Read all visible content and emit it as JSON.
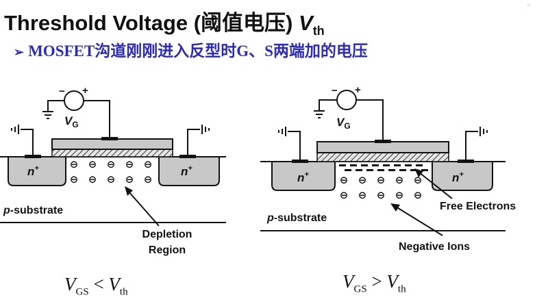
{
  "slide": {
    "title_text": "Threshold Voltage (阈值电压) ",
    "title_symbol": "V",
    "title_subscript": "th",
    "bullet_marker": "➢",
    "bullet_text": "MOSFET沟道刚刚进入反型时G、S两端加的电压"
  },
  "left_diagram": {
    "meter_minus": "−",
    "meter_plus": "+",
    "vg_label": "V",
    "vg_sub": "G",
    "n_plus_left": "n",
    "n_plus_right": "n",
    "plus_sup": "+",
    "substrate_p": "p",
    "substrate_rest": "-substrate",
    "depletion_line1": "Depletion",
    "depletion_line2": "Region",
    "ion_symbol": "⊖",
    "eq_v1": "V",
    "eq_sub1": "GS",
    "eq_op": " < ",
    "eq_v2": "V",
    "eq_sub2": "th"
  },
  "right_diagram": {
    "meter_minus": "−",
    "meter_plus": "+",
    "vg_label": "V",
    "vg_sub": "G",
    "n_plus_left": "n",
    "n_plus_right": "n",
    "plus_sup": "+",
    "substrate_p": "p",
    "substrate_rest": "-substrate",
    "free_electrons_label": "Free Electrons",
    "negative_ions_label": "Negative Ions",
    "ion_symbol": "⊖",
    "eq_v1": "V",
    "eq_sub1": "GS",
    "eq_op": " > ",
    "eq_v2": "V",
    "eq_sub2": "th"
  }
}
